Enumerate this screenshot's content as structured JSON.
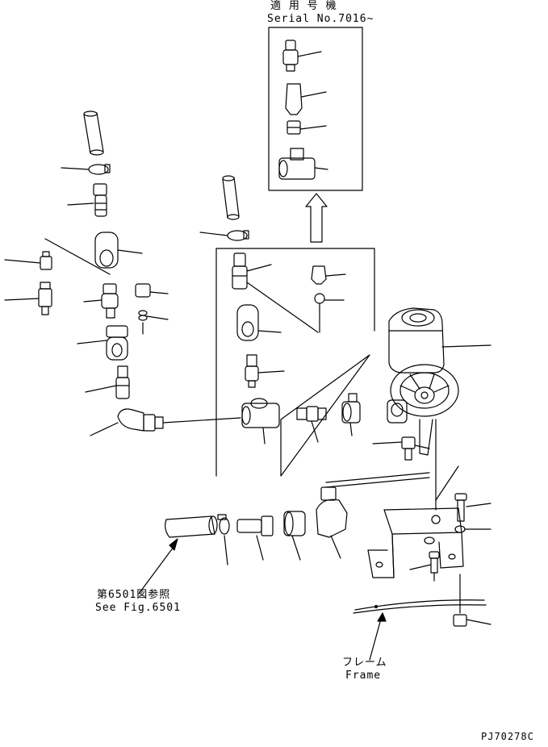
{
  "serial_box": {
    "title_jp": "適 用 号 機",
    "title_en": "Serial No.7016~"
  },
  "reference": {
    "label_jp": "第6501図参照",
    "label_en": "See Fig.6501"
  },
  "frame_note": {
    "label_jp": "フレーム",
    "label_en": "Frame"
  },
  "drawing_code": "PJ70278C"
}
